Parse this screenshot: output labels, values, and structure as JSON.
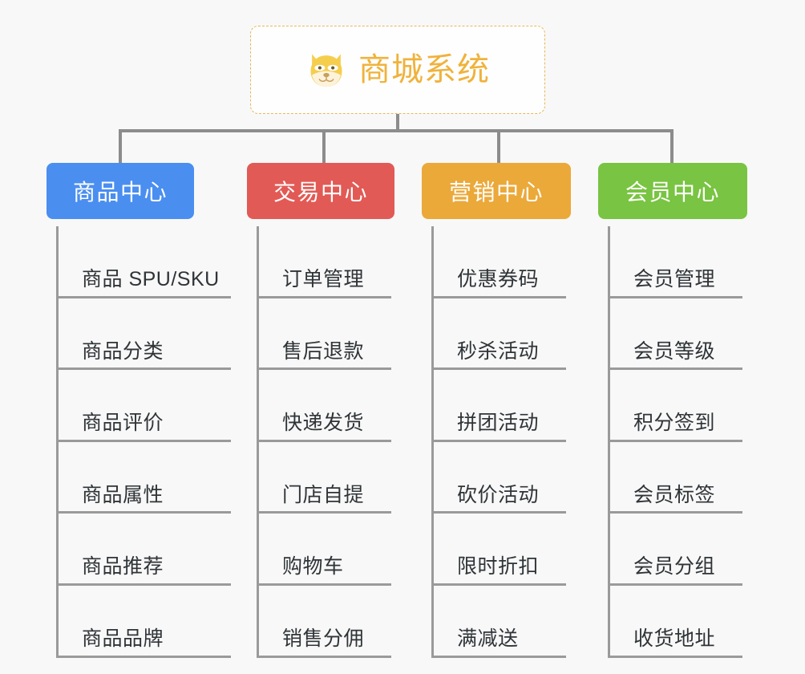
{
  "page": {
    "background_color": "#f8f8f8",
    "connector_color": "#8c8c8c",
    "leaf_line_color": "#9a9a9a",
    "leaf_text_color": "#2f3437"
  },
  "root": {
    "title": "商城系统",
    "icon": "shiba-dog-icon",
    "text_color": "#f0b23c",
    "border_color": "#e8b857",
    "background_color": "#fefefe"
  },
  "branches": [
    {
      "label": "商品中心",
      "color": "#4a8ef0",
      "items": [
        "商品 SPU/SKU",
        "商品分类",
        "商品评价",
        "商品属性",
        "商品推荐",
        "商品品牌"
      ]
    },
    {
      "label": "交易中心",
      "color": "#e25a55",
      "items": [
        "订单管理",
        "售后退款",
        "快递发货",
        "门店自提",
        "购物车",
        "销售分佣"
      ]
    },
    {
      "label": "营销中心",
      "color": "#eba93a",
      "items": [
        "优惠券码",
        "秒杀活动",
        "拼团活动",
        "砍价活动",
        "限时折扣",
        "满减送"
      ]
    },
    {
      "label": "会员中心",
      "color": "#77c councils"
    }
  ]
}
